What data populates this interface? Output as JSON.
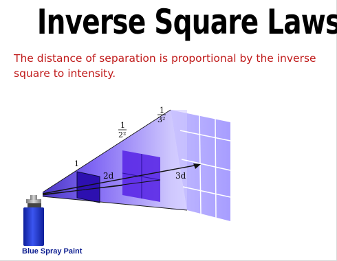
{
  "title": "Inverse Square Laws",
  "subtitle": "The distance of separation is proportional by the inverse square to intensity.",
  "diagram": {
    "intensity_labels": {
      "near": "1",
      "mid_numerator": "1",
      "mid_denominator": "2²",
      "far_numerator": "1",
      "far_denominator": "3²"
    },
    "distance_labels": {
      "first": "2d",
      "second": "3d"
    },
    "source_caption": "Blue Spray Paint",
    "colors": {
      "cone_dark": "#2a14b8",
      "cone_light": "#c9c4ff",
      "panel_near": "#3b16c9",
      "panel_mid": "#6a3cf0",
      "panel_far": "#b7b0ff",
      "can_body": "#1d34c8",
      "can_cap": "#9a9a9a"
    }
  }
}
